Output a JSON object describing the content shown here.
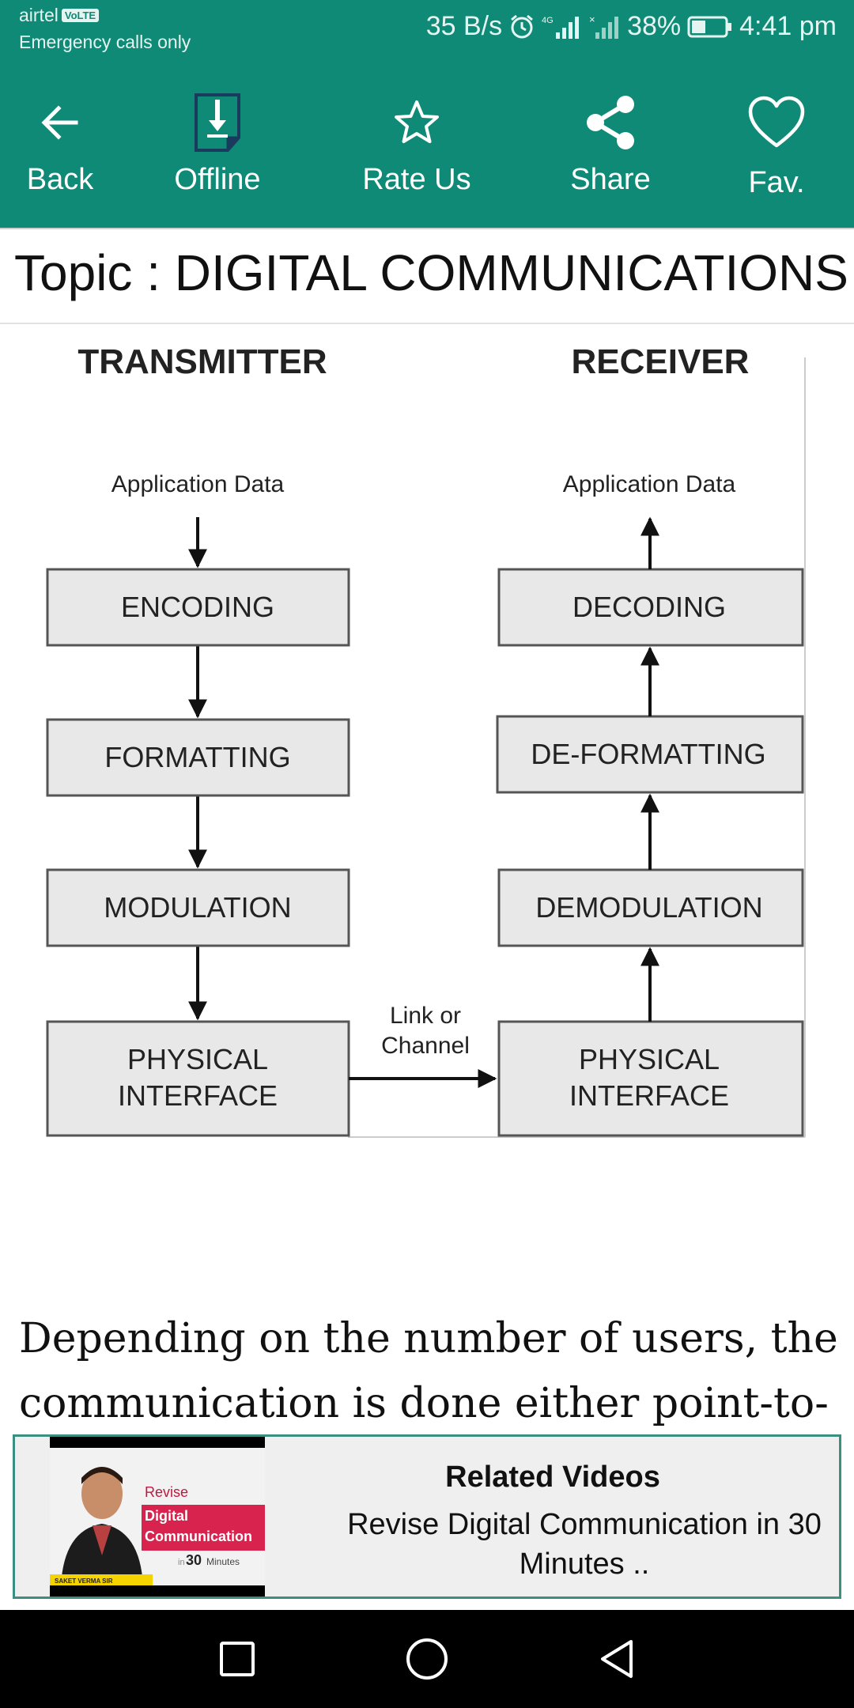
{
  "status_bar": {
    "carrier": "airtel",
    "volte_badge": "VoLTE",
    "emergency": "Emergency calls only",
    "net_speed": "35 B/s",
    "battery": "38%",
    "time": "4:41 pm",
    "icons": [
      "alarm-icon",
      "signal-4g-icon",
      "signal-no-sim-icon",
      "battery-icon"
    ]
  },
  "toolbar": {
    "items": [
      {
        "label": "Back",
        "icon": "back-arrow-icon"
      },
      {
        "label": "Offline",
        "icon": "download-file-icon"
      },
      {
        "label": "Rate Us",
        "icon": "star-icon"
      },
      {
        "label": "Share",
        "icon": "share-icon"
      },
      {
        "label": "Fav.",
        "icon": "heart-icon"
      }
    ]
  },
  "topic": {
    "text": "Topic : DIGITAL COMMUNICATIONS"
  },
  "diagram": {
    "transmitter_title": "TRANSMITTER",
    "receiver_title": "RECEIVER",
    "tx_app_data": "Application Data",
    "rx_app_data": "Application Data",
    "tx_blocks": [
      "ENCODING",
      "FORMATTING",
      "MODULATION"
    ],
    "tx_physical": [
      "PHYSICAL",
      "INTERFACE"
    ],
    "rx_blocks": [
      "DECODING",
      "DE-FORMATTING",
      "DEMODULATION"
    ],
    "rx_physical": [
      "PHYSICAL",
      "INTERFACE"
    ],
    "link_label": [
      "Link or",
      "Channel"
    ]
  },
  "body": {
    "text": "Depending on the number of users, the communication is done either point-to-"
  },
  "related": {
    "title": "Related Videos",
    "description": "Revise Digital Communication in 30 Minutes ..",
    "thumbnail_text": {
      "line1": "Revise",
      "line2": "Digital",
      "line3": "Communication",
      "prefix": "in",
      "number": "30",
      "suffix": "Minutes",
      "presenter": "SAKET VERMA SIR"
    }
  },
  "nav": {
    "icons": [
      "recent-apps-icon",
      "home-icon",
      "back-triangle-icon"
    ]
  }
}
